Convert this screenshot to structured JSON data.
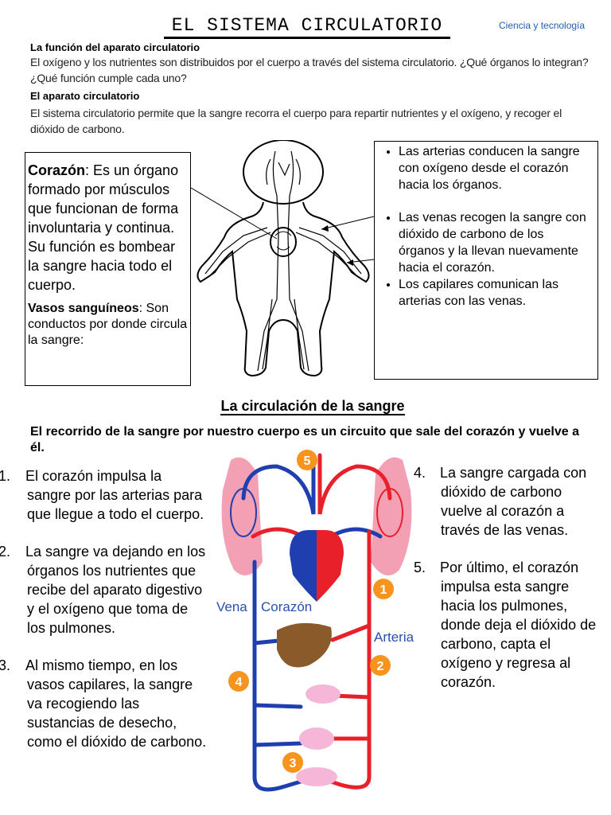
{
  "header": {
    "title": "EL SISTEMA CIRCULATORIO",
    "subject": "Ciencia y tecnología"
  },
  "intro_blocks": [
    {
      "heading": "La función del aparato circulatorio",
      "text": "El oxígeno y los nutrientes son distribuidos por el cuerpo a través del sistema circulatorio. ¿Qué órganos lo integran? ¿Qué función cumple cada uno?"
    },
    {
      "heading": "El aparato circulatorio",
      "text": "El sistema circulatorio permite que la sangre recorra el cuerpo para repartir nutrientes y el oxígeno, y recoger el dióxido de carbono."
    }
  ],
  "left_box": {
    "heart_term": "Corazón",
    "heart_text": ": Es un órgano formado por músculos que funcionan de forma involuntaria y continua. Su función es bombear la sangre hacia todo el cuerpo.",
    "vessels_term": "Vasos sanguíneos",
    "vessels_text": ": Son conductos por donde circula la sangre:"
  },
  "right_box": {
    "items": [
      "Las arterias conducen la sangre con oxígeno desde el corazón hacia los órganos.",
      "Las venas recogen la sangre con dióxido de carbono de los órganos y la llevan nuevamente hacia el corazón.",
      "Los capilares comunican las arterias con las venas."
    ]
  },
  "section": {
    "title": "La circulación de la sangre",
    "intro": "El recorrido de la sangre por nuestro cuerpo es un circuito que sale del corazón y vuelve a él."
  },
  "steps_left": [
    {
      "n": "1.",
      "text": "El corazón impulsa la sangre por las arterias para que llegue a todo el cuerpo."
    },
    {
      "n": "2.",
      "text": "La sangre va dejando en los órganos los nutrientes que recibe del aparato digestivo y el oxígeno que toma de los pulmones."
    },
    {
      "n": "3.",
      "text": "Al mismo tiempo, en los vasos capilares, la sangre va recogiendo las sustancias de desecho, como el dióxido de carbono."
    }
  ],
  "steps_right": [
    {
      "n": "4.",
      "text": "La sangre cargada con dióxido de carbono vuelve al corazón a través de las venas."
    },
    {
      "n": "5.",
      "text": "Por último, el corazón impulsa esta sangre hacia los pulmones, donde deja el dióxido de carbono, capta el oxígeno y regresa al corazón."
    }
  ],
  "diagram": {
    "vein_label": "Vena",
    "heart_label": "Corazón",
    "artery_label": "Arteria",
    "markers": [
      "1",
      "2",
      "3",
      "4",
      "5"
    ],
    "colors": {
      "artery": "#e8202a",
      "vein": "#1f3fb0",
      "lung": "#f4a0b4",
      "liver": "#8b5a2b",
      "marker": "#f7941d",
      "label": "#2a4fb0"
    }
  }
}
